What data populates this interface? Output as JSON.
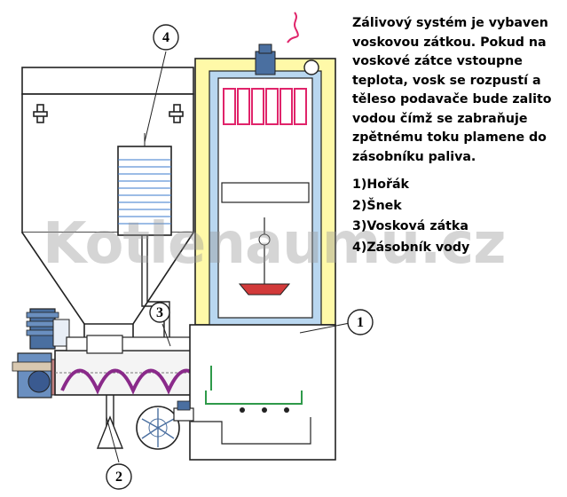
{
  "description": "Zálivový systém je vybaven voskovou zátkou. Pokud na voskové zátce vstoupne teplota, vosk se rozpustí a těleso podavače bude zalito vodou čímž se zabraňuje zpětnému toku plamene do zásobníku paliva.",
  "legend": [
    {
      "number": "1",
      "label": "1)Hořák"
    },
    {
      "number": "2",
      "label": "2)Šnek"
    },
    {
      "number": "3",
      "label": "3)Vosková zátka"
    },
    {
      "number": "4",
      "label": "4)Zásobník vody"
    }
  ],
  "watermark": "Kotlenaumu.cz",
  "colors": {
    "boiler": "#fff9a8",
    "boiler_core": "#b9d7f0",
    "heat_exchanger": "#e0246a",
    "water_pipe": "#2f9a4a",
    "feeder_tube": "#e08a3a",
    "auger": "#8a2a8a",
    "motor": "#4a6fa0",
    "flame_plate": "#d23a3a"
  }
}
